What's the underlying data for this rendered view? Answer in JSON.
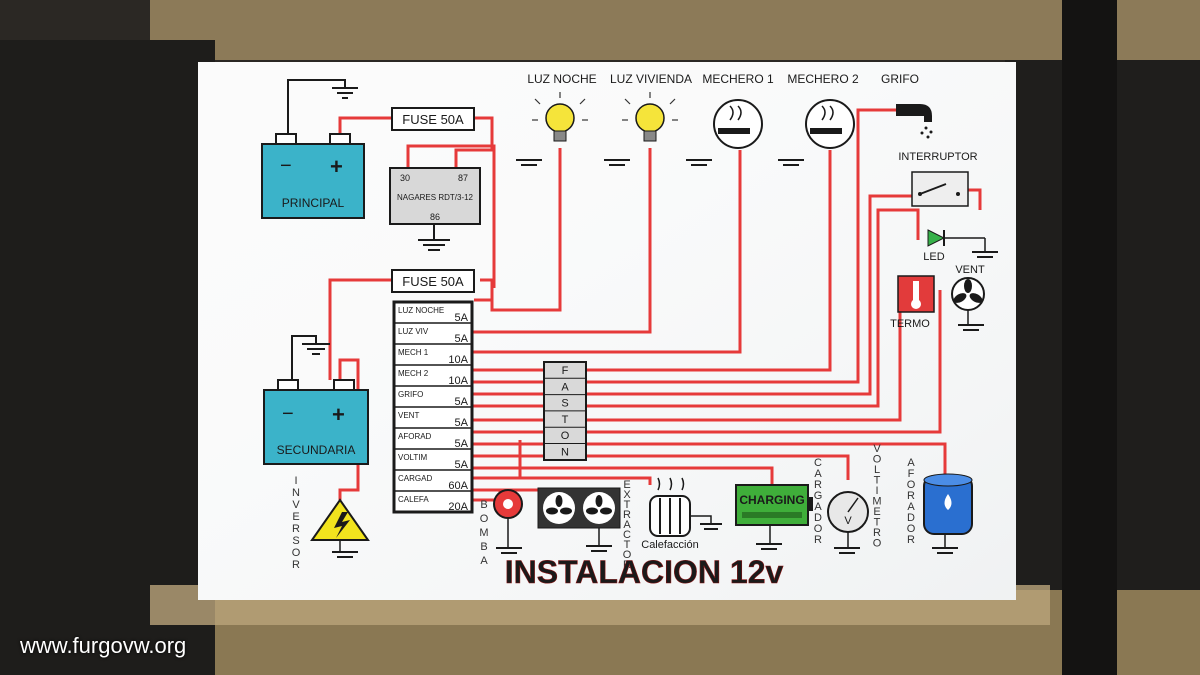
{
  "title": "INSTALACION 12v",
  "watermark": "www.furgovw.org",
  "colors": {
    "wire": "#e63a3a",
    "battery": "#3bb3c9",
    "title": "#e02c2c",
    "charging": "#3fae3a",
    "led": "#36b14a",
    "aforador": "#2a6fd0",
    "background": "#ffffff"
  },
  "fuse_top": "FUSE 50A",
  "fuse_mid": "FUSE 50A",
  "relay": {
    "p30": "30",
    "p87": "87",
    "name": "NAGARES RDT/3-12",
    "p86": "86"
  },
  "battery_principal": {
    "label": "PRINCIPAL",
    "neg": "−",
    "pos": "+"
  },
  "battery_secundaria": {
    "label": "SECUNDARIA",
    "neg": "−",
    "pos": "+"
  },
  "inversor": "INVERSOR",
  "top_loads": [
    "LUZ NOCHE",
    "LUZ VIVIENDA",
    "MECHERO 1",
    "MECHERO 2",
    "GRIFO"
  ],
  "fuse_box": [
    {
      "name": "LUZ NOCHE",
      "amp": "5A"
    },
    {
      "name": "LUZ VIV",
      "amp": "5A"
    },
    {
      "name": "MECH 1",
      "amp": "10A"
    },
    {
      "name": "MECH 2",
      "amp": "10A"
    },
    {
      "name": "GRIFO",
      "amp": "5A"
    },
    {
      "name": "VENT",
      "amp": "5A"
    },
    {
      "name": "AFORAD",
      "amp": "5A"
    },
    {
      "name": "VOLTIM",
      "amp": "5A"
    },
    {
      "name": "CARGAD",
      "amp": "60A"
    },
    {
      "name": "CALEFA",
      "amp": "20A"
    }
  ],
  "faston": [
    "F",
    "A",
    "S",
    "T",
    "O",
    "N"
  ],
  "interruptor": "INTERRUPTOR",
  "led": "LED",
  "vent": "VENT",
  "termo": "TERMO",
  "bomba": "BOMBA",
  "extractor": "EXTRACTOR",
  "calefaccion": "Calefacción",
  "charging": "CHARGING",
  "cargador": "CARGADOR",
  "voltimetro": "VOLTIMETRO",
  "aforador": "AFORADOR",
  "voltmeter_symbol": "V"
}
